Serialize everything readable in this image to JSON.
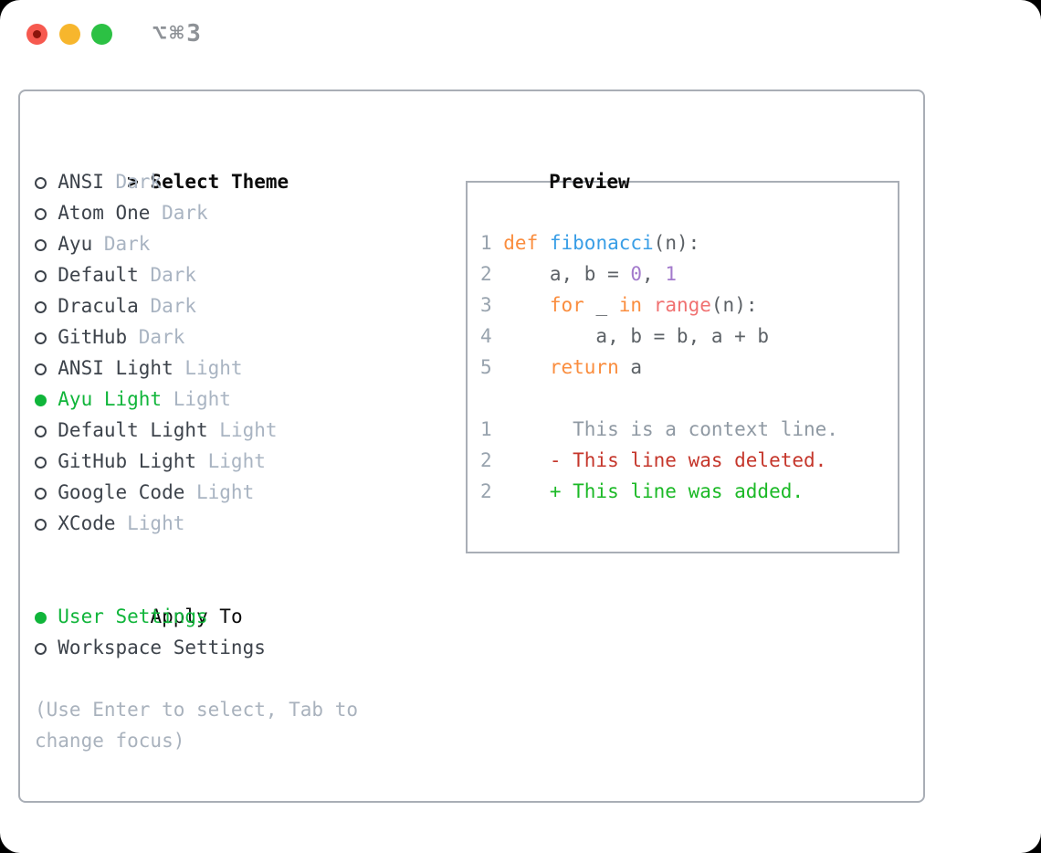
{
  "titlebar": {
    "title": "⌥⌘3"
  },
  "colors": {
    "window_bg": "#ffffff",
    "outside_bg": "#000000",
    "panel_border": "#a9aeb6",
    "traffic_red": "#f6594f",
    "traffic_red_dot": "#8c150b",
    "traffic_yellow": "#f7b62d",
    "traffic_green": "#2cc144",
    "titlebar_text": "#8e9297",
    "header_text": "#0b0b0b",
    "item_text": "#3d434b",
    "variant_tag": "#a9b4c2",
    "footer_text": "#a9b2bd",
    "ui_green": "#10b53a",
    "line_number": "#98a3ae",
    "panel_bg": "#ffffff",
    "syntax": {
      "plain": "#5c6166",
      "kw": "#fa8d3e",
      "fn": "#399ee6",
      "call": "#f07171",
      "num": "#a37acc",
      "ctx": "#8f99a3",
      "del": "#c5362b",
      "add": "#1bb926"
    }
  },
  "left": {
    "cursor": ">",
    "title": "Select Theme",
    "themes": [
      {
        "name": "ANSI",
        "variant": "Dark",
        "selected": false
      },
      {
        "name": "Atom One",
        "variant": "Dark",
        "selected": false
      },
      {
        "name": "Ayu",
        "variant": "Dark",
        "selected": false
      },
      {
        "name": "Default",
        "variant": "Dark",
        "selected": false
      },
      {
        "name": "Dracula",
        "variant": "Dark",
        "selected": false
      },
      {
        "name": "GitHub",
        "variant": "Dark",
        "selected": false
      },
      {
        "name": "ANSI Light",
        "variant": "Light",
        "selected": false
      },
      {
        "name": "Ayu Light",
        "variant": "Light",
        "selected": true
      },
      {
        "name": "Default Light",
        "variant": "Light",
        "selected": false
      },
      {
        "name": "GitHub Light",
        "variant": "Light",
        "selected": false
      },
      {
        "name": "Google Code",
        "variant": "Light",
        "selected": false
      },
      {
        "name": "XCode",
        "variant": "Light",
        "selected": false
      }
    ],
    "apply_title": "Apply To",
    "apply_options": [
      {
        "name": "User Settings",
        "selected": true
      },
      {
        "name": "Workspace Settings",
        "selected": false
      }
    ],
    "help": "(Use Enter to select, Tab to change focus)"
  },
  "preview": {
    "title": "Preview",
    "lines": [
      {
        "num": "1",
        "kind": "code",
        "segments": [
          {
            "t": "def",
            "c": "kw"
          },
          {
            "t": " ",
            "c": "plain"
          },
          {
            "t": "fibonacci",
            "c": "fn"
          },
          {
            "t": "(n):",
            "c": "plain"
          }
        ]
      },
      {
        "num": "2",
        "kind": "code",
        "segments": [
          {
            "t": "    a, b = ",
            "c": "plain"
          },
          {
            "t": "0",
            "c": "num"
          },
          {
            "t": ", ",
            "c": "plain"
          },
          {
            "t": "1",
            "c": "num"
          }
        ]
      },
      {
        "num": "3",
        "kind": "code",
        "segments": [
          {
            "t": "    ",
            "c": "plain"
          },
          {
            "t": "for",
            "c": "kw"
          },
          {
            "t": " _ ",
            "c": "plain"
          },
          {
            "t": "in",
            "c": "kw"
          },
          {
            "t": " ",
            "c": "plain"
          },
          {
            "t": "range",
            "c": "call"
          },
          {
            "t": "(n):",
            "c": "plain"
          }
        ]
      },
      {
        "num": "4",
        "kind": "code",
        "segments": [
          {
            "t": "        a, b = b, a + b",
            "c": "plain"
          }
        ]
      },
      {
        "num": "5",
        "kind": "code",
        "segments": [
          {
            "t": "    ",
            "c": "plain"
          },
          {
            "t": "return",
            "c": "kw"
          },
          {
            "t": " a",
            "c": "plain"
          }
        ]
      },
      {
        "num": "",
        "kind": "blank",
        "segments": []
      },
      {
        "num": "1",
        "kind": "diff-context",
        "segments": [
          {
            "t": "      This is a context line.",
            "c": "ctx"
          }
        ]
      },
      {
        "num": "2",
        "kind": "diff-deleted",
        "segments": [
          {
            "t": "    - This line was deleted.",
            "c": "del"
          }
        ]
      },
      {
        "num": "2",
        "kind": "diff-added",
        "segments": [
          {
            "t": "    + This line was added.",
            "c": "add"
          }
        ]
      }
    ]
  }
}
